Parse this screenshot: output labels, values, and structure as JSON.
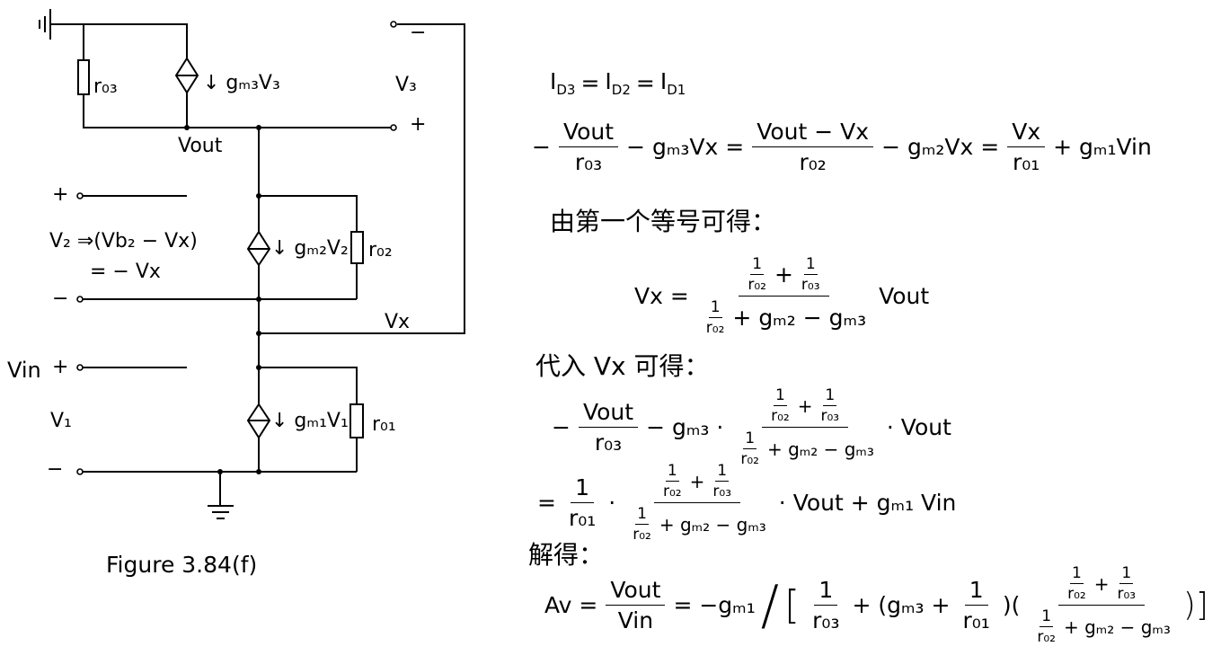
{
  "circuit": {
    "r03": "r₀₃",
    "gm3v3": "↓ gₘ₃V₃",
    "vout": "Vout",
    "v3": "V₃",
    "v3_minus": "−",
    "v3_plus": "+",
    "v2_plus": "+",
    "v2_minus": "−",
    "v2_expr": "V₂ ⇒(Vb₂ − Vx)",
    "v2_expr2": "= − Vx",
    "gm2v2": "↓ gₘ₂V₂",
    "r02": "r₀₂",
    "vx": "Vx",
    "vin": "Vin",
    "vin_plus": "+",
    "v1": "V₁",
    "v1_minus": "−",
    "gm1v1": "↓ gₘ₁V₁",
    "r01": "r₀₁",
    "caption": "Figure 3.84(f)"
  },
  "equations": {
    "l1": [
      "I",
      "D3",
      "=",
      "I",
      "D2",
      "=",
      "I",
      "D1"
    ],
    "l2": [
      "−",
      "Vout",
      "r₀₃",
      "− gₘ₃Vx =",
      "Vout − Vx",
      "r₀₂",
      "− gₘ₂Vx =",
      "Vx",
      "r₀₁",
      "+ gₘ₁Vin"
    ],
    "l3": "由第一个等号可得：",
    "l4": [
      "Vx =",
      "1",
      "r₀₂",
      "+",
      "1",
      "r₀₃",
      "1",
      "r₀₂",
      "+ gₘ₂ − gₘ₃",
      "Vout"
    ],
    "l5": "代入 Vx 可得：",
    "l6": [
      "−",
      "Vout",
      "r₀₃",
      "− gₘ₃ ·",
      "1",
      "r₀₂",
      "+",
      "1",
      "r₀₃",
      "1",
      "r₀₂",
      "+ gₘ₂ − gₘ₃",
      "· Vout"
    ],
    "l7": [
      "=",
      "1",
      "r₀₁",
      "·",
      "1",
      "r₀₂",
      "+",
      "1",
      "r₀₃",
      "1",
      "r₀₂",
      "+ gₘ₂ − gₘ₃",
      "· Vout + gₘ₁ Vin"
    ],
    "l8": "解得：",
    "l9": [
      "Av =",
      "Vout",
      "Vin",
      "= −gₘ₁",
      "/",
      "[",
      "1",
      "r₀₃",
      "+ (gₘ₃ +",
      "1",
      "r₀₁",
      ")(",
      "1",
      "r₀₂",
      "+",
      "1",
      "r₀₃",
      "1",
      "r₀₂",
      "+ gₘ₂ − gₘ₃",
      ")]"
    ]
  }
}
